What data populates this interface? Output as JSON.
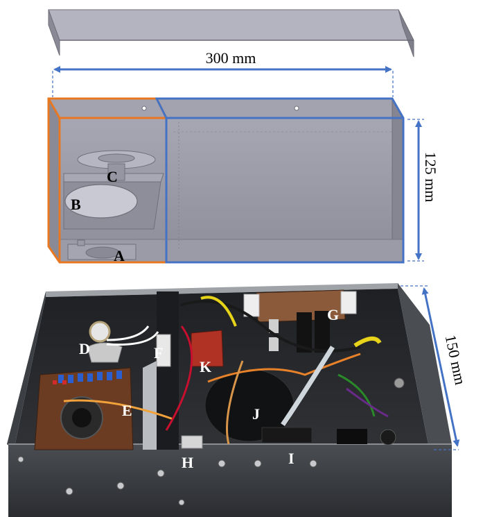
{
  "dimensions": {
    "width": "300 mm",
    "height": "125 mm",
    "depth": "150 mm"
  },
  "labels": {
    "A": "A",
    "B": "B",
    "C": "C",
    "D": "D",
    "E": "E",
    "F": "F",
    "G": "G",
    "H": "H",
    "I": "I",
    "J": "J",
    "K": "K"
  },
  "colors": {
    "left_compartment": "#E87722",
    "right_compartment": "#4472C4",
    "dimension_arrow": "#4472C4",
    "model_fill": "#9A9AA6",
    "enclosure_metal": "#3a3d42"
  }
}
